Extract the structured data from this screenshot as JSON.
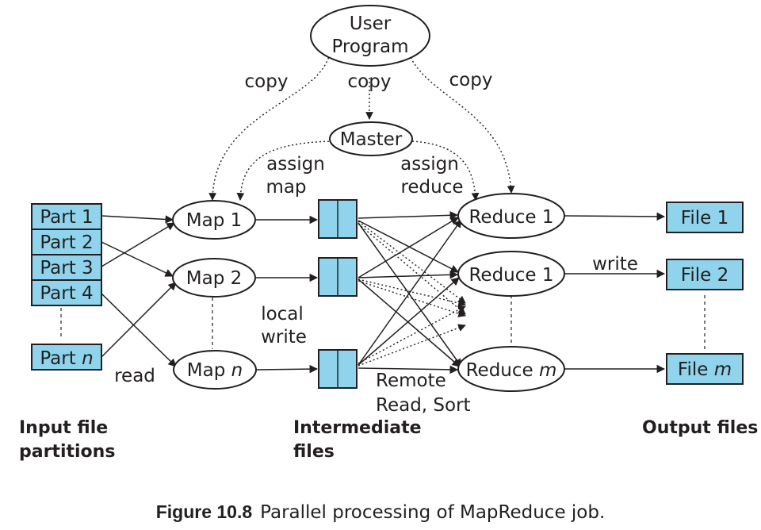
{
  "user_program": {
    "line1": "User",
    "line2": "Program"
  },
  "master": "Master",
  "copy_labels": [
    "copy",
    "copy",
    "copy"
  ],
  "assign_map": {
    "line1": "assign",
    "line2": "map"
  },
  "assign_reduce": {
    "line1": "assign",
    "line2": "reduce"
  },
  "parts": [
    "Part 1",
    "Part 2",
    "Part 3",
    "Part 4"
  ],
  "part_n": {
    "prefix": "Part ",
    "var": "n"
  },
  "maps": [
    "Map 1",
    "Map 2"
  ],
  "map_n": {
    "prefix": "Map ",
    "var": "n"
  },
  "reduces": [
    "Reduce 1",
    "Reduce 1"
  ],
  "reduce_m": {
    "prefix": "Reduce ",
    "var": "m"
  },
  "files": [
    "File 1",
    "File 2"
  ],
  "file_m": {
    "prefix": "File ",
    "var": "m"
  },
  "labels": {
    "read": "read",
    "local_write": {
      "line1": "local",
      "line2": "write"
    },
    "remote": {
      "line1": "Remote",
      "line2": "Read, Sort"
    },
    "write": "write"
  },
  "sections": {
    "input": {
      "line1": "Input file",
      "line2": "partitions"
    },
    "intermediate": {
      "line1": "Intermediate",
      "line2": "files"
    },
    "output": "Output files"
  },
  "caption": {
    "number": "Figure 10.8",
    "text": "Parallel processing of MapReduce job."
  },
  "colors": {
    "box_fill": "#8fd4ec",
    "stroke": "#231f20"
  }
}
